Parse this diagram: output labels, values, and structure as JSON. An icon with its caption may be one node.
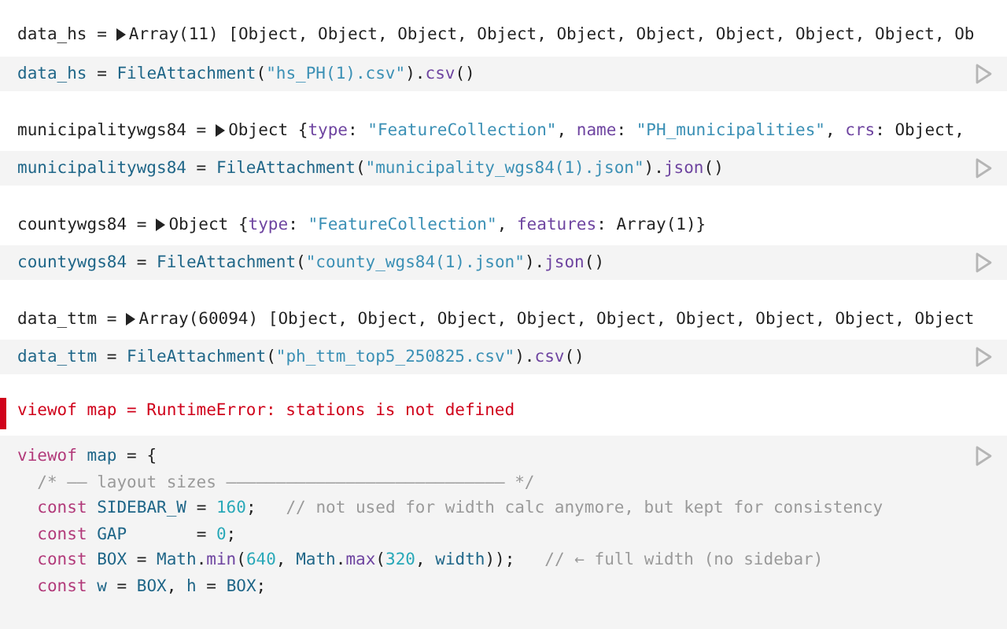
{
  "diagram": {
    "labels": [
      "data_hs =",
      "Array(11) [Object, Object, Object, Object, Object, Object, Object, Object, Object, Ob",
      "data_hs = FileAttachment(\"hs_PH(1).csv\").csv()",
      "municipalitywgs84 =",
      "Object {type: \"FeatureCollection\", name: \"PH_municipalities\", crs: Object,",
      "municipalitywgs84 = FileAttachment(\"municipality_wgs84(1).json\").json()",
      "countywgs84 =",
      "Object {type: \"FeatureCollection\", features: Array(1)}",
      "countywgs84 = FileAttachment(\"county_wgs84(1).json\").json()",
      "data_ttm =",
      "Array(60094) [Object, Object, Object, Object, Object, Object, Object, Object, Object",
      "data_ttm = FileAttachment(\"ph_ttm_top5_250825.csv\").csv()",
      "viewof map = RuntimeError: stations is not defined",
      "viewof map = {",
      "  /* —— layout sizes ———————————————————————————— */",
      "  const SIDEBAR_W = 160;   // not used for width calc anymore, but kept for consistency",
      "  const GAP       = 0;",
      "  const BOX = Math.min(640, Math.max(320, width));   // ← full width (no sidebar)",
      "  const w = BOX, h = BOX;"
    ]
  }
}
